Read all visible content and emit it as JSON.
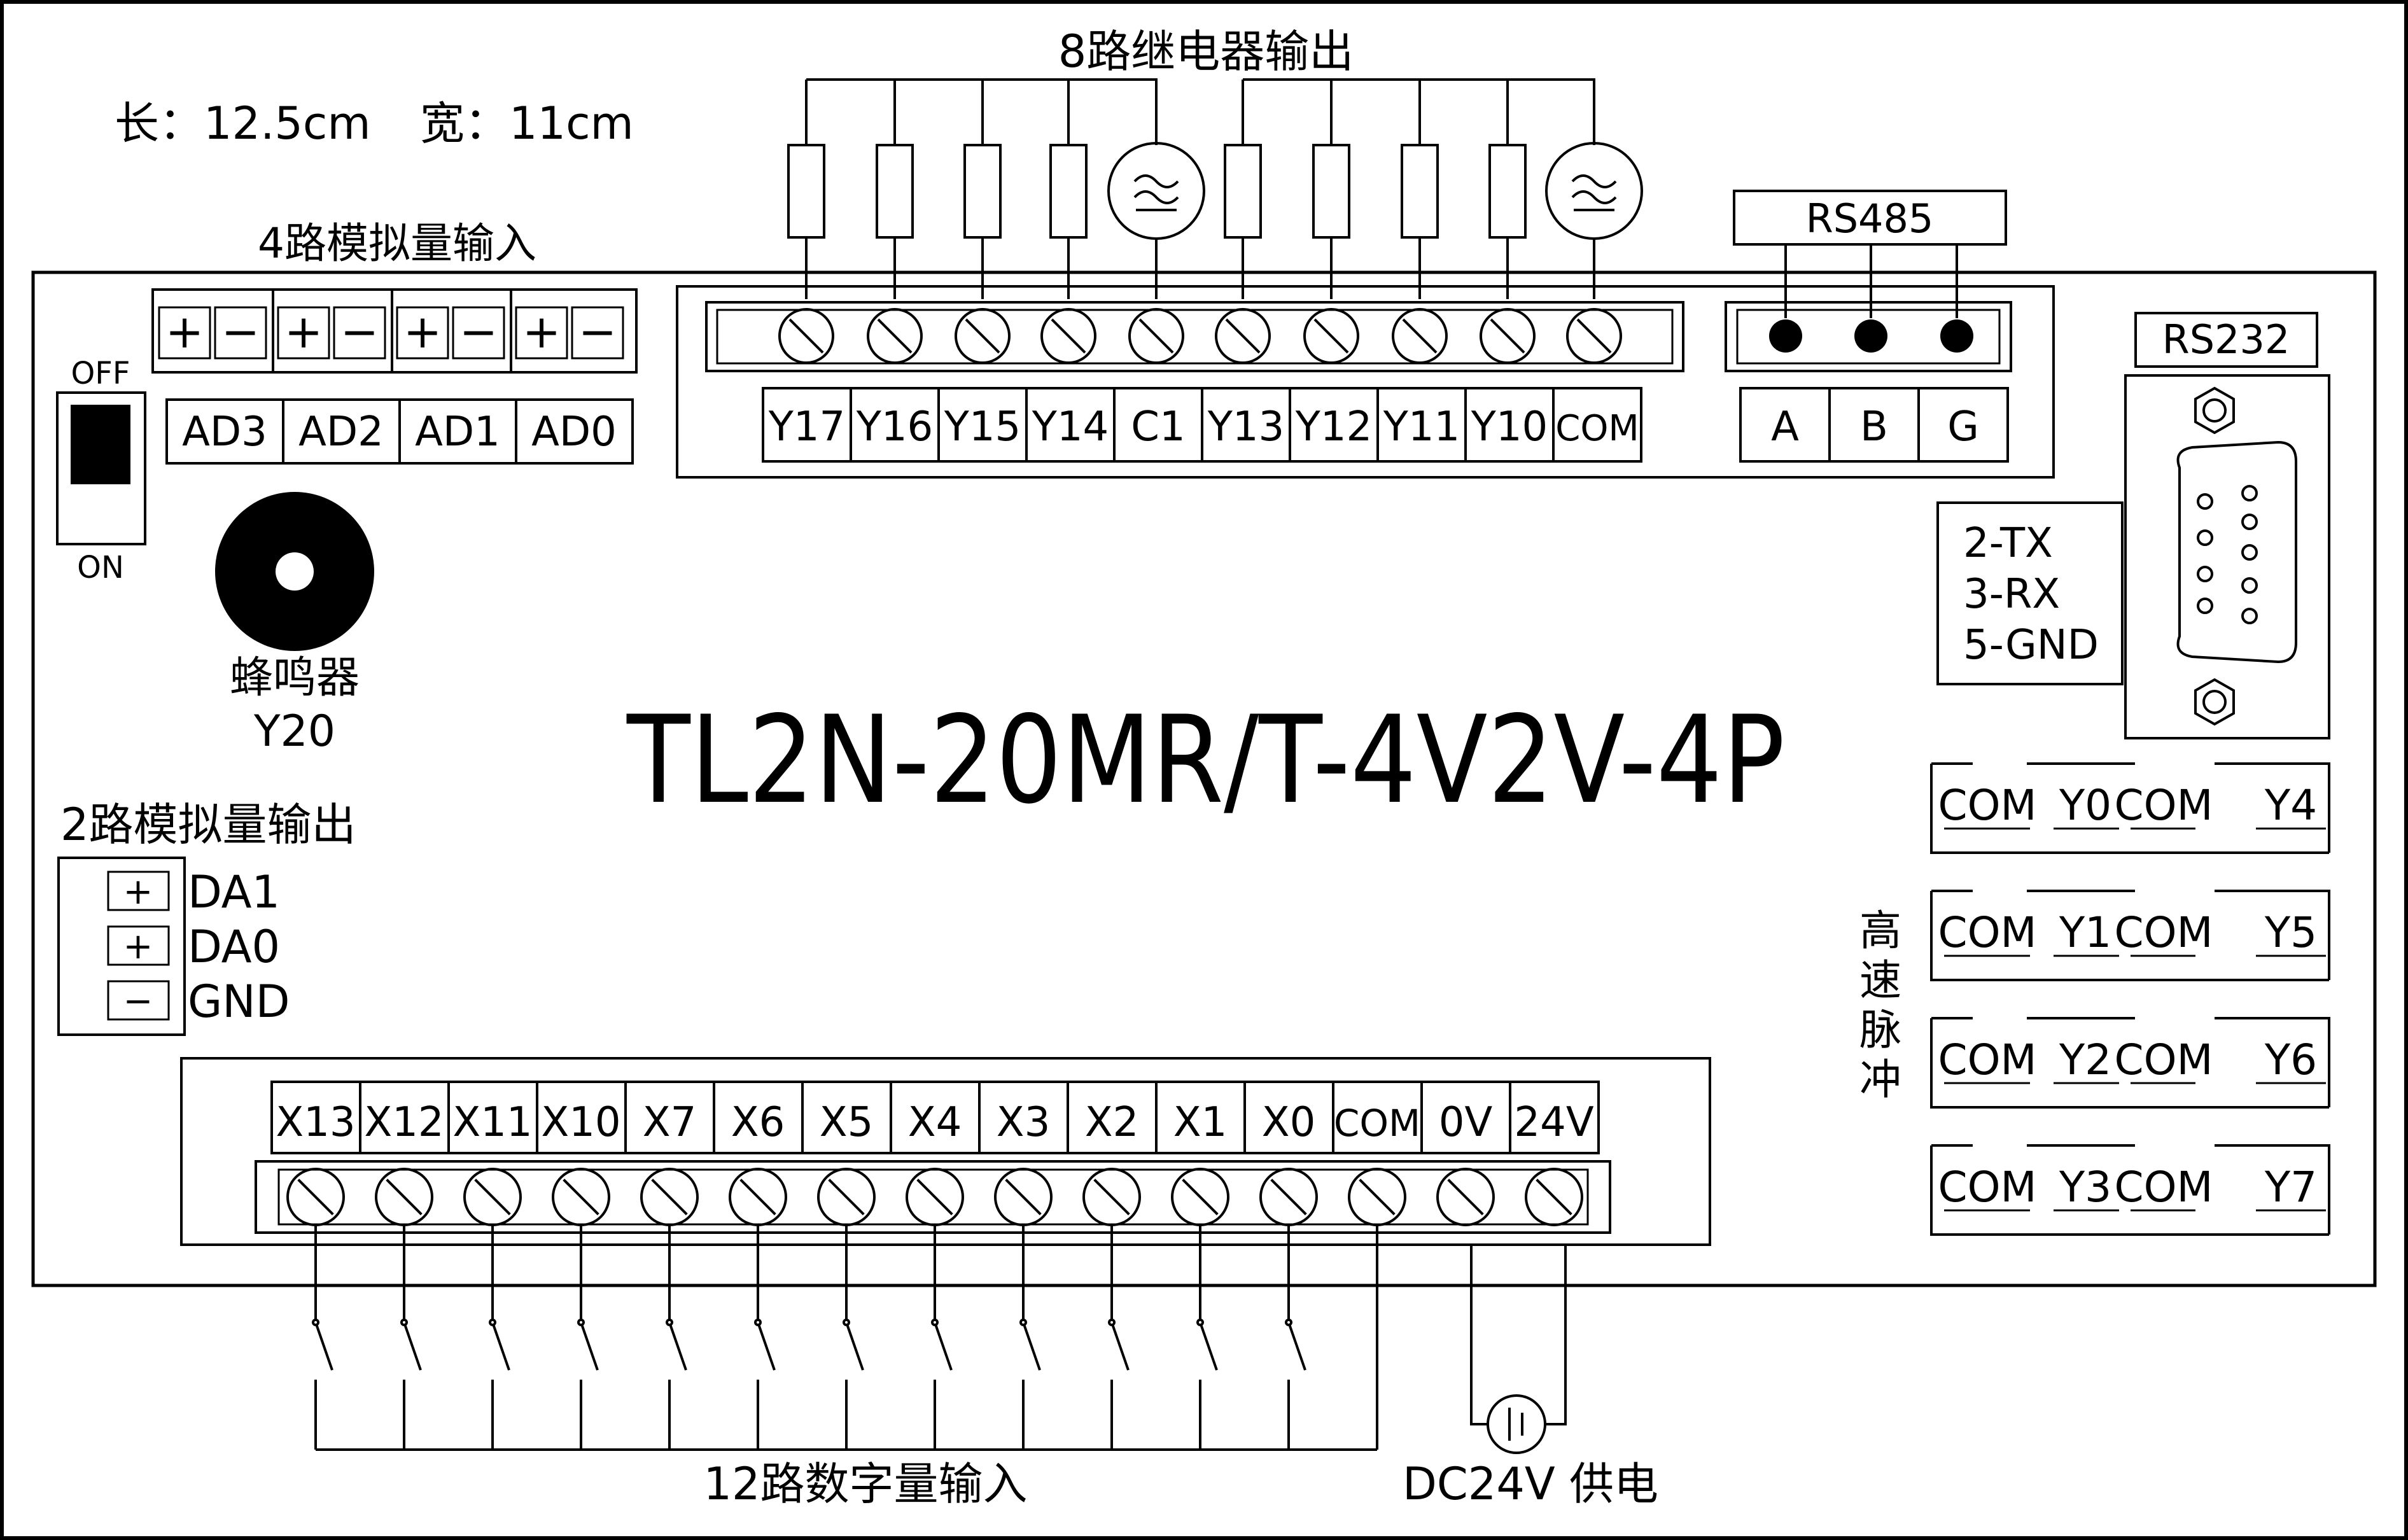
{
  "dimensions": {
    "length": "长：12.5cm",
    "width": "宽：11cm"
  },
  "model": "TL2N-20MR/T-4V2V-4P",
  "relay_output": {
    "title": "8路继电器输出",
    "terminals": [
      "Y17",
      "Y16",
      "Y15",
      "Y14",
      "C1",
      "Y13",
      "Y12",
      "Y11",
      "Y10",
      "COM"
    ]
  },
  "analog_input": {
    "title": "4路模拟量输入",
    "channels": [
      "AD3",
      "AD2",
      "AD1",
      "AD0"
    ],
    "signs": [
      "+",
      "−"
    ]
  },
  "dip_switch": {
    "off_label": "OFF",
    "on_label": "ON"
  },
  "buzzer": {
    "label": "蜂鸣器",
    "output": "Y20"
  },
  "rs485": {
    "title": "RS485",
    "terminals": [
      "A",
      "B",
      "G"
    ]
  },
  "rs232": {
    "title": "RS232",
    "pins": [
      "2-TX",
      "3-RX",
      "5-GND"
    ]
  },
  "analog_output": {
    "title": "2路模拟量输出",
    "channels": [
      {
        "sign": "+",
        "label": "DA1"
      },
      {
        "sign": "+",
        "label": "DA0"
      },
      {
        "sign": "−",
        "label": "GND"
      }
    ]
  },
  "pulse_output": {
    "title_chars": [
      "高",
      "速",
      "脉",
      "冲"
    ],
    "rows": [
      [
        "COM",
        "Y0",
        "COM",
        "Y4"
      ],
      [
        "COM",
        "Y1",
        "COM",
        "Y5"
      ],
      [
        "COM",
        "Y2",
        "COM",
        "Y6"
      ],
      [
        "COM",
        "Y3",
        "COM",
        "Y7"
      ]
    ]
  },
  "digital_input": {
    "title": "12路数字量输入",
    "terminals": [
      "X13",
      "X12",
      "X11",
      "X10",
      "X7",
      "X6",
      "X5",
      "X4",
      "X3",
      "X2",
      "X1",
      "X0",
      "COM",
      "0V",
      "24V"
    ]
  },
  "power": {
    "label": "DC24V 供电"
  }
}
